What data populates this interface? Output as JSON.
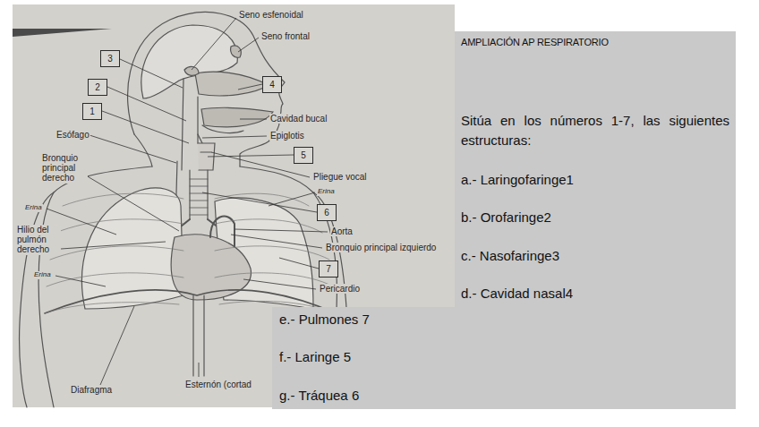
{
  "diagram": {
    "title": "AMPLIACIÓN AP RESPIRATORIO",
    "nodes": [
      {
        "text": [
          "3"
        ]
      },
      {
        "text": [
          "4"
        ]
      },
      {
        "text": [
          "2"
        ]
      },
      {
        "text": [
          "1"
        ]
      },
      {
        "text": [
          "5"
        ]
      },
      {
        "text": [
          "6"
        ]
      },
      {
        "text": [
          "7"
        ]
      },
      {
        "text": [
          "Sitúa en los números 1-7, las siguientes estructuras:",
          "a.- Laringofaringe1",
          "b.- Orofaringe2",
          "c.- Nasofaringe3",
          "d.- Cavidad nasal4"
        ]
      },
      {
        "text": [
          "e.- Pulmones 7",
          "f.- Laringe 5",
          "g.- Tráquea 6"
        ]
      }
    ],
    "labels": [
      "Seno esfenoidal",
      "Seno frontal",
      "Cavidad bucal",
      "Epiglotis",
      "Esófago",
      "Bronquio principal derecho",
      "Pliegue vocal",
      "Erina",
      "Erina",
      "Hilio del pulmón derecho",
      "Aorta",
      "Bronquio principal izquierdo",
      "Erina",
      "Pericardio",
      "Diafragma",
      "Esternón (cortad"
    ]
  }
}
